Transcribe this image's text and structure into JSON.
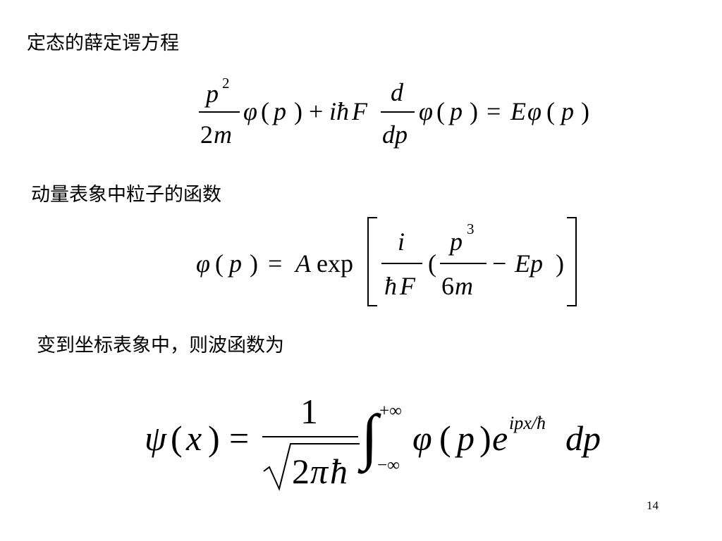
{
  "slide": {
    "heading_1": "定态的薛定谔方程",
    "heading_2": "动量表象中粒子的函数",
    "heading_3": "变到坐标表象中，则波函数为",
    "page_number": "14"
  },
  "eq1": {
    "frac1_num": "p",
    "frac1_num_sup": "2",
    "frac1_den_num": "2",
    "frac1_den_var": "m",
    "t_phi_a": "φ",
    "t_paren_a": "(",
    "t_p_a": "p",
    "t_close_a": ")",
    "plus": "+",
    "i": "i",
    "hbar": "ħ",
    "F": "F",
    "frac2_num": "d",
    "frac2_den": "dp",
    "t_phi_b": "φ",
    "t_paren_b": "(",
    "t_p_b": "p",
    "t_close_b": ")",
    "equals": "=",
    "E": "E",
    "t_phi_c": "φ",
    "t_paren_c": "(",
    "t_p_c": "p",
    "t_close_c": ")"
  },
  "eq2": {
    "lhs_phi": "φ",
    "lhs_open": "(",
    "lhs_p": "p",
    "lhs_close": ")",
    "equals": "=",
    "A": "A",
    "exp": "exp",
    "frac1_num": "i",
    "frac1_den_hbar": "ħ",
    "frac1_den_F": "F",
    "open_paren": "(",
    "frac2_num": "p",
    "frac2_num_sup": "3",
    "frac2_den_num": "6",
    "frac2_den_var": "m",
    "minus": "−",
    "Ep": "Ep",
    "close_paren": ")"
  },
  "eq3": {
    "psi": "ψ",
    "open": "(",
    "x": "x",
    "close": ")",
    "equals": "=",
    "frac_num": "1",
    "sqrt_num": "2",
    "sqrt_pi": "π",
    "sqrt_hbar": "ħ",
    "integral": "∫",
    "upper_limit": "+∞",
    "lower_limit": "−∞",
    "phi": "φ",
    "p_open": "(",
    "p": "p",
    "p_close": ")",
    "e": "e",
    "exponent": "ipx/ħ",
    "dp": "dp"
  }
}
